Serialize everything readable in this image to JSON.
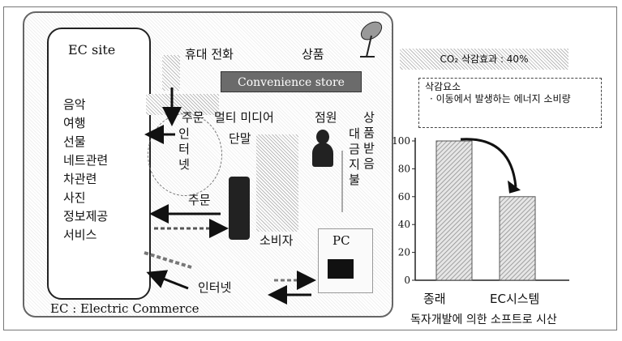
{
  "left": {
    "ec_site_title": "EC site",
    "services": [
      "음악",
      "여행",
      "선물",
      "네트관련",
      "차관련",
      "사진",
      "정보제공",
      "서비스"
    ],
    "mobile_label": "휴대 전화",
    "product_label": "상품",
    "convenience_store": "Convenience store",
    "order_label_1": "주문",
    "multimedia_terminal_line1": "멀티 미디어",
    "multimedia_terminal_line2": "단말",
    "clerk": "점원",
    "internet_vertical": "인터넷",
    "payment_vertical": "대금지불",
    "product_receive_vertical": "상품받음",
    "order_label_2": "주문",
    "consumer": "소비자",
    "pc": "PC",
    "internet_bottom": "인터넷",
    "ec_definition": "EC : Electric Commerce"
  },
  "right": {
    "reduction_effect_title": "CO₂ 삭감효과 : 40%",
    "reduction_factor_heading": "삭감요소",
    "reduction_factor_item": "· 이동에서 발생하는 에너지 소비량",
    "caption": "독자개발에 의한 소프트로 시산"
  },
  "chart_data": {
    "type": "bar",
    "categories": [
      "종래",
      "EC시스템"
    ],
    "values": [
      100,
      60
    ],
    "title": "",
    "xlabel": "",
    "ylabel": "",
    "ylim": [
      0,
      100
    ],
    "yticks": [
      0,
      20,
      40,
      60,
      80,
      100
    ]
  }
}
